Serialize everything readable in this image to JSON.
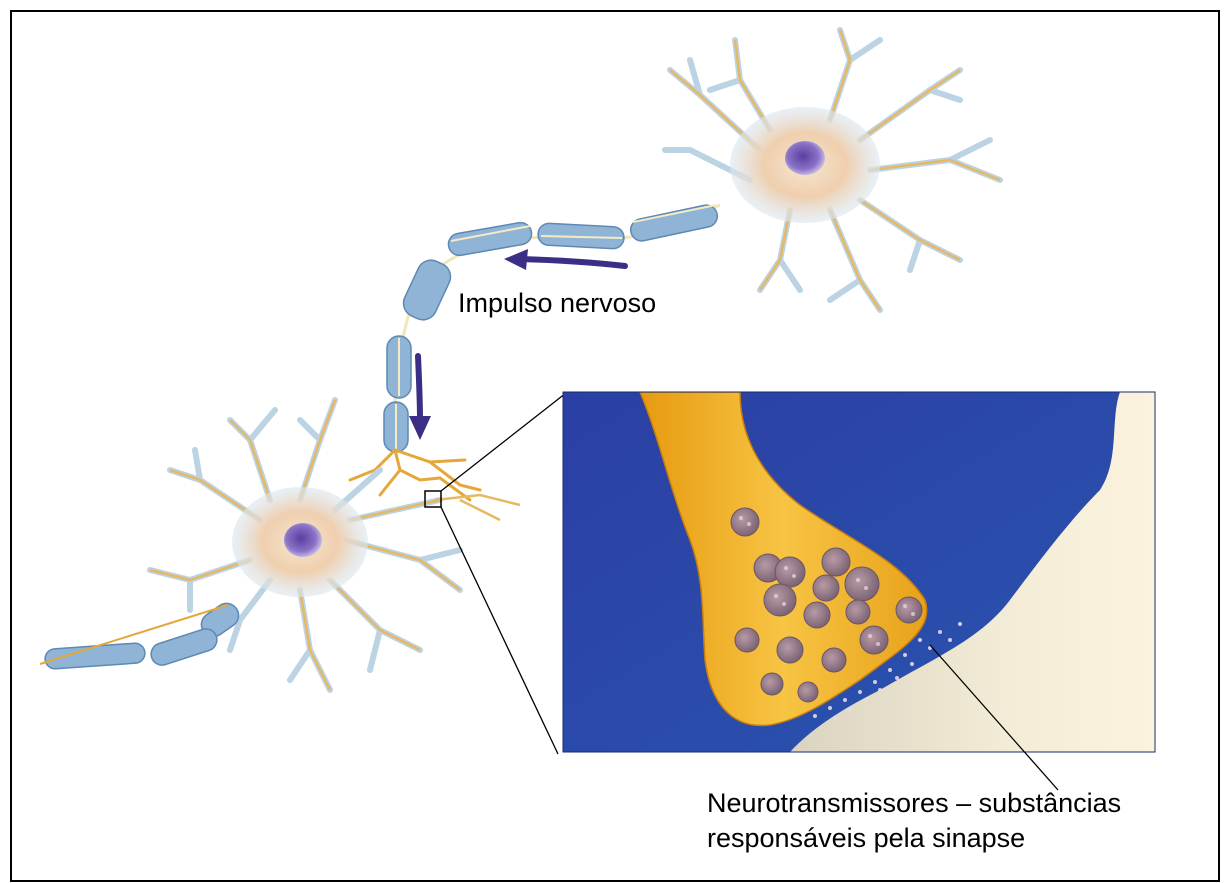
{
  "labels": {
    "impulse": "Impulso nervoso",
    "neurotransmitters_line1": "Neurotransmissores – substâncias",
    "neurotransmitters_line2": "responsáveis pela sinapse"
  },
  "colors": {
    "myelin": "#8fb6d8",
    "axon_core": "#f3e7b3",
    "cell_body": "#f3d9b8",
    "nucleus": "#7a5fb8",
    "dendrite": "#e8b35a",
    "synapse_bg": "#2c49a8",
    "terminal": "#e9a21f",
    "vesicle": "#9a7f8e",
    "arrow": "#3a2f86",
    "postsynaptic": "#ece4cd"
  },
  "icons": {
    "arrow_left": "arrow-left-icon",
    "arrow_down": "arrow-down-icon"
  }
}
